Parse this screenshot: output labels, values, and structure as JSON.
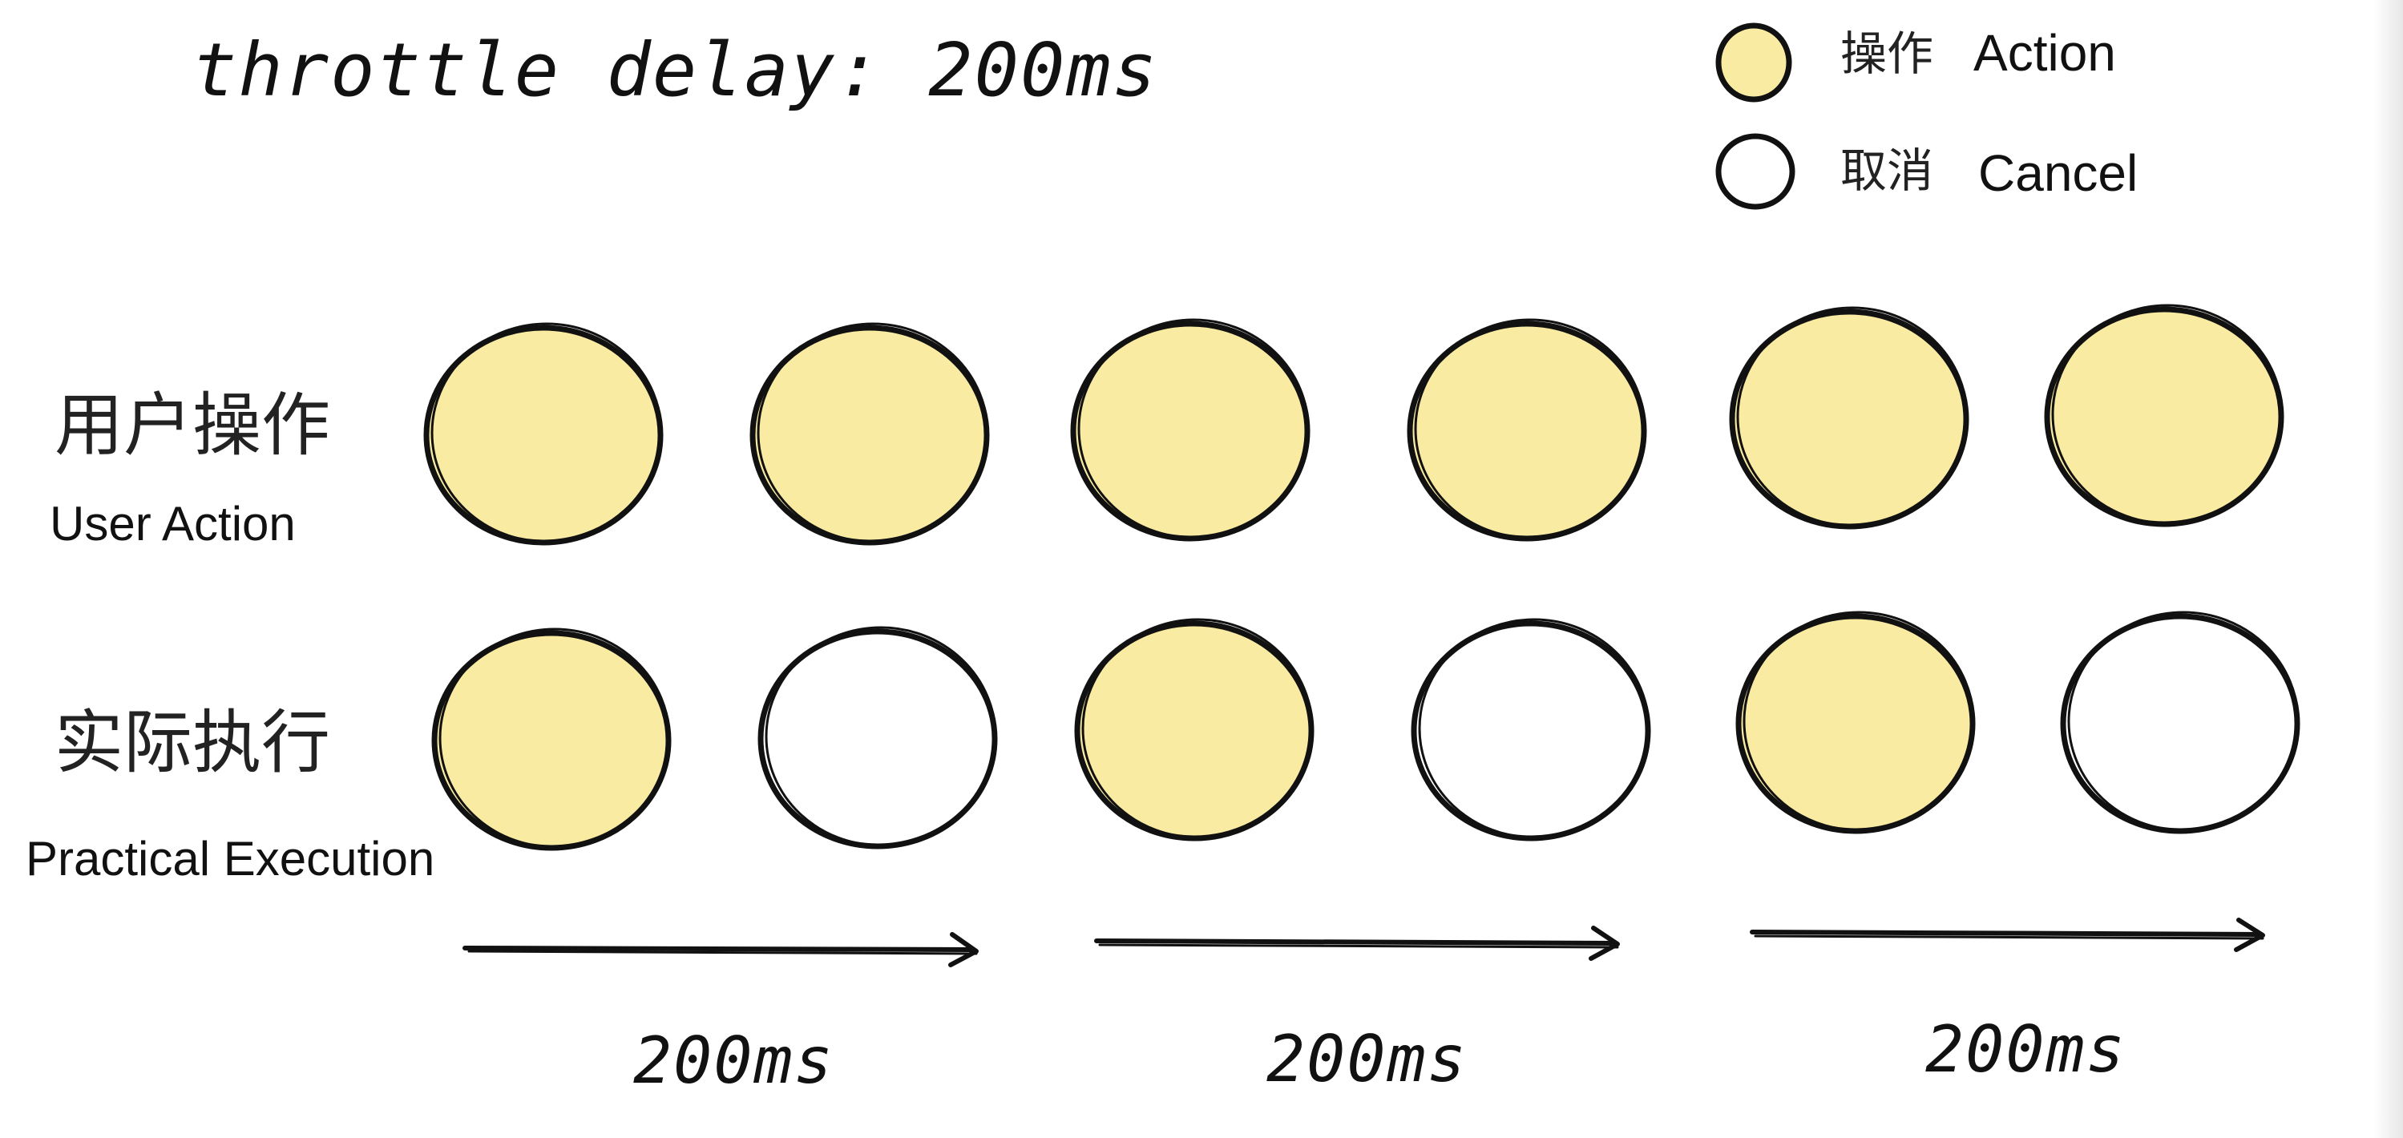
{
  "title": "throttle delay: 200ms",
  "legend": {
    "action": {
      "cn": "操作",
      "en": "Action",
      "color": "#FAEBA3"
    },
    "cancel": {
      "cn": "取消",
      "en": "Cancel",
      "color": "#FFFFFF"
    }
  },
  "rows": {
    "user_action": {
      "cn": "用户操作",
      "en": "User Action",
      "states": [
        "action",
        "action",
        "action",
        "action",
        "action",
        "action"
      ]
    },
    "practical_execution": {
      "cn": "实际执行",
      "en": "Practical Execution",
      "states": [
        "action",
        "cancel",
        "action",
        "cancel",
        "action",
        "cancel"
      ]
    }
  },
  "intervals": [
    "200ms",
    "200ms",
    "200ms"
  ],
  "colors": {
    "fill_action": "#FAEBA3",
    "stroke": "#111111"
  }
}
